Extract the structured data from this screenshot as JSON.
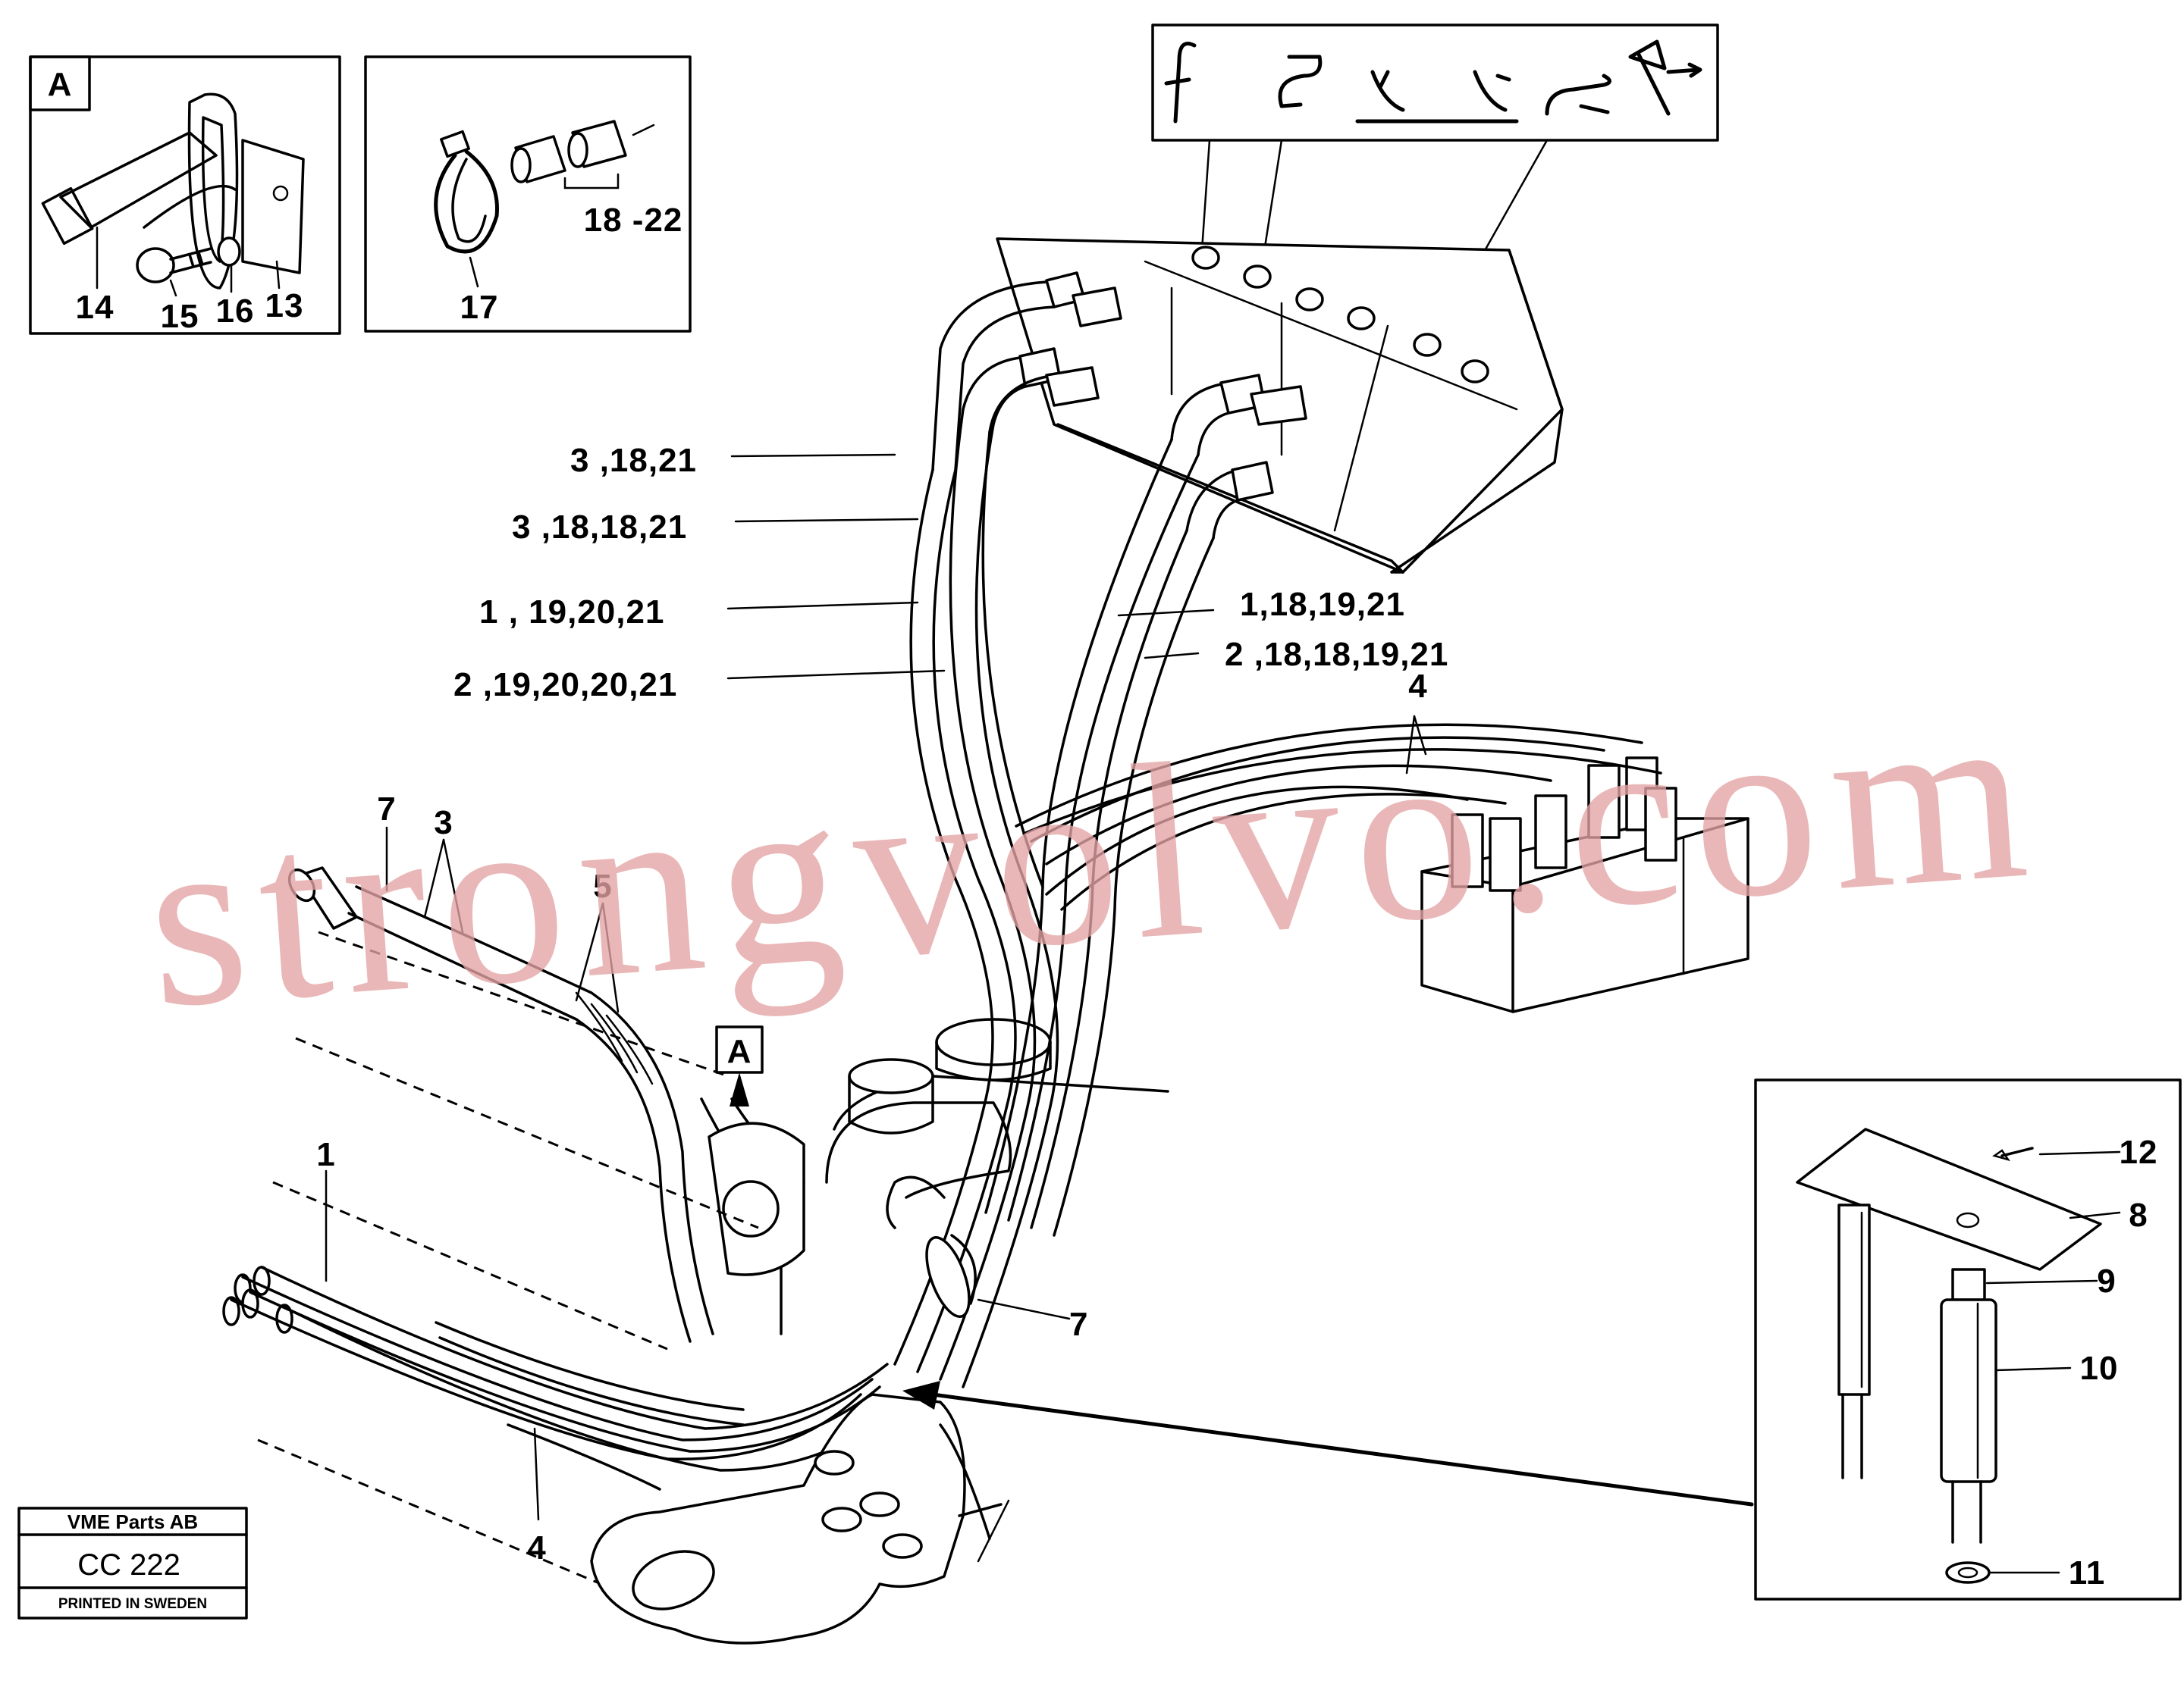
{
  "detail_a": {
    "tag": "A",
    "labels": [
      "14",
      "15",
      "16",
      "13"
    ]
  },
  "detail_clamp": {
    "labels": [
      "17",
      "18 -22"
    ]
  },
  "detail_valve": {
    "labels": [
      "12",
      "8",
      "9",
      "10",
      "11"
    ]
  },
  "hose_labels": {
    "left": [
      "3 ,18,21",
      "3 ,18,18,21",
      "1 ,  19,20,21",
      "2 ,19,20,20,21"
    ],
    "right": [
      "1,18,19,21",
      "2  ,18,18,19,21"
    ],
    "block": "4",
    "left_hose": [
      "7",
      "3",
      "5"
    ],
    "view_marker": "A",
    "lower": [
      "1",
      "4",
      "7"
    ]
  },
  "stamp": {
    "company": "VME Parts AB",
    "code": "CC 222",
    "footer": "PRINTED IN SWEDEN"
  },
  "watermark": "strongvolvo.com"
}
